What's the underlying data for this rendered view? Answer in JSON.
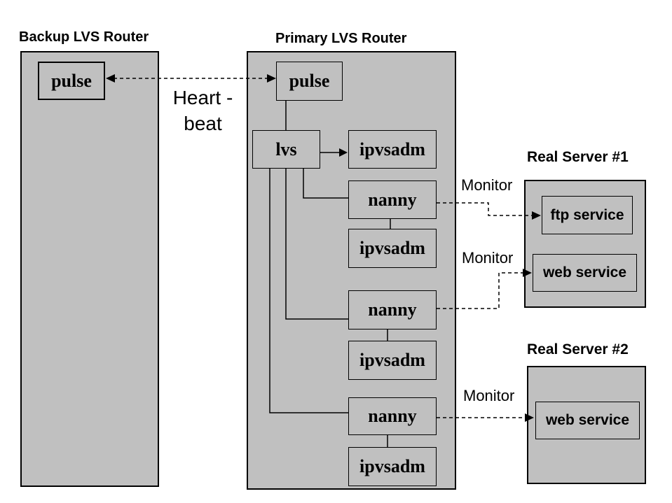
{
  "colors": {
    "node_fill": "#c0c0c0",
    "line": "#000000",
    "background": "#ffffff"
  },
  "backup_router": {
    "title": "Backup LVS Router",
    "pulse_label": "pulse"
  },
  "heartbeat": {
    "line1": "Heart -",
    "line2": "beat"
  },
  "primary_router": {
    "title": "Primary LVS Router",
    "pulse_label": "pulse",
    "lvs_label": "lvs",
    "stack": [
      {
        "label": "ipvsadm"
      },
      {
        "label": "nanny"
      },
      {
        "label": "ipvsadm"
      },
      {
        "label": "nanny"
      },
      {
        "label": "ipvsadm"
      },
      {
        "label": "nanny"
      },
      {
        "label": "ipvsadm"
      }
    ]
  },
  "monitors": [
    {
      "label": "Monitor"
    },
    {
      "label": "Monitor"
    },
    {
      "label": "Monitor"
    }
  ],
  "real_servers": [
    {
      "title": "Real Server #1",
      "services": [
        {
          "label": "ftp service"
        },
        {
          "label": "web service"
        }
      ]
    },
    {
      "title": "Real Server #2",
      "services": [
        {
          "label": "web service"
        }
      ]
    }
  ]
}
